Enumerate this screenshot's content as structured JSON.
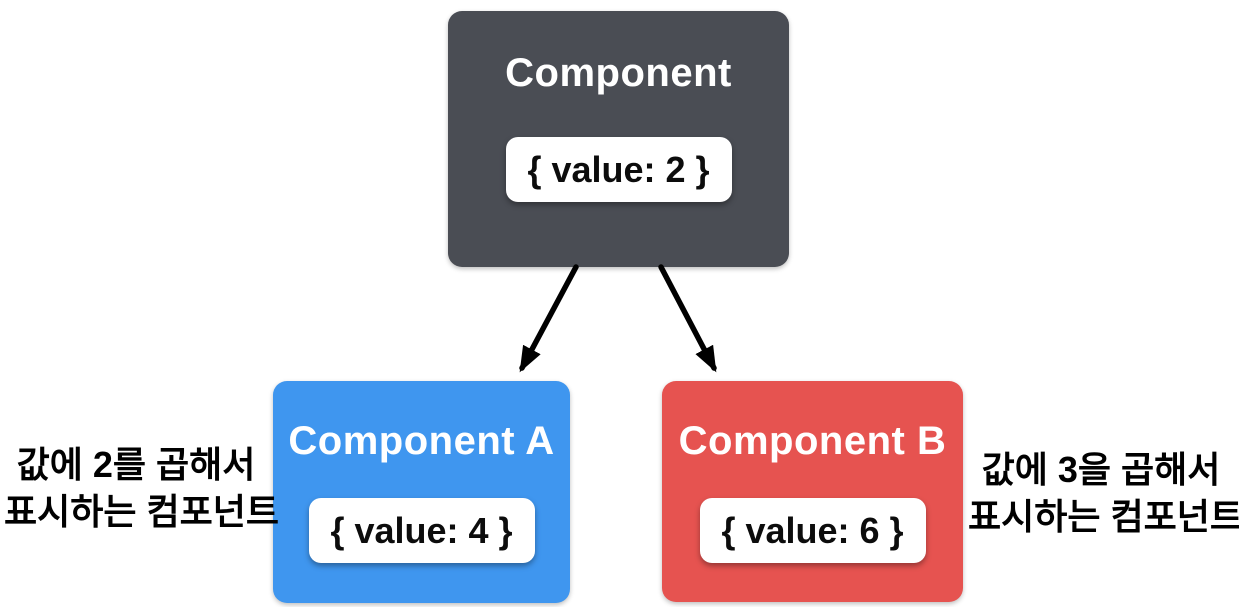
{
  "diagram": {
    "background_color": "#ffffff",
    "arrow_color": "#000000",
    "parent": {
      "title": "Component",
      "state": "{ value: 2 }",
      "color": "#4a4d54",
      "title_color": "#ffffff",
      "state_text_color": "#0c0c0c"
    },
    "child_a": {
      "title": "Component A",
      "state": "{ value: 4 }",
      "color": "#3f96ef",
      "title_color": "#ffffff",
      "state_text_color": "#0c0c0c"
    },
    "child_b": {
      "title": "Component B",
      "state": "{ value: 6 }",
      "color": "#e65350",
      "title_color": "#ffffff",
      "state_text_color": "#0c0c0c"
    },
    "annotation_left": {
      "line1": "값에 2를 곱해서",
      "line2": "표시하는 컴포넌트"
    },
    "annotation_right": {
      "line1": "값에 3을 곱해서",
      "line2": "표시하는 컴포넌트"
    }
  }
}
